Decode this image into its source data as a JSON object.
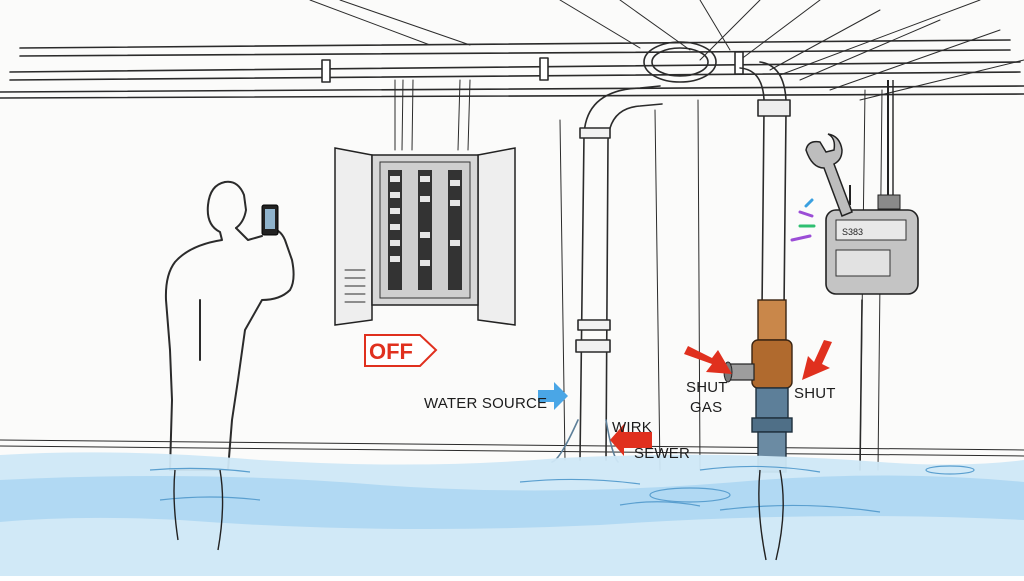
{
  "labels": {
    "off": "OFF",
    "water_source": "WATER SOURCE",
    "wirk": "WIRK",
    "sewer": "SEWER",
    "shut_gas_line1": "SHUT",
    "shut_gas_line2": "GAS",
    "shut_right": "SHUT",
    "gas_meter_plate": "S383"
  },
  "colors": {
    "alert_red": "#e0301e",
    "water_blue": "#4aa6e6",
    "flood_light": "#cfe8f7",
    "flood_mid": "#a9d4f1",
    "copper": "#b06a2e",
    "steel_blue": "#5d7f99"
  },
  "icons": {
    "wrench": "wrench-icon",
    "phone": "phone-icon",
    "red_arrow": "arrow-icon",
    "blue_arrow": "arrow-icon"
  }
}
